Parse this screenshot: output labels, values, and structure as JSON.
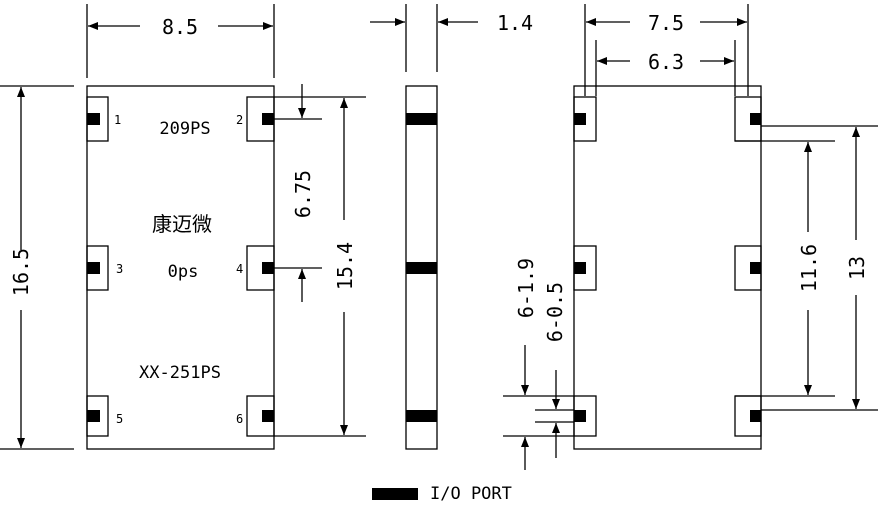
{
  "top_view": {
    "width_dim": "8.5",
    "height_dim": "16.5",
    "pitch_dim": "6.75",
    "span_dim": "15.4",
    "pins": [
      "1",
      "2",
      "3",
      "4",
      "5",
      "6"
    ],
    "marking_line1": "209PS",
    "marking_line2": "康迈微",
    "marking_line3": "0ps",
    "marking_line4": "XX-251PS"
  },
  "side_view": {
    "thickness_dim": "1.4"
  },
  "bottom_view": {
    "width_dim": "7.5",
    "pad_span_dim": "6.3",
    "inner_span_dim": "11.6",
    "outer_span_dim": "13",
    "pad_length_dim": "6-1.9",
    "pad_width_dim": "6-0.5"
  },
  "legend": {
    "label": "I/O  PORT"
  }
}
